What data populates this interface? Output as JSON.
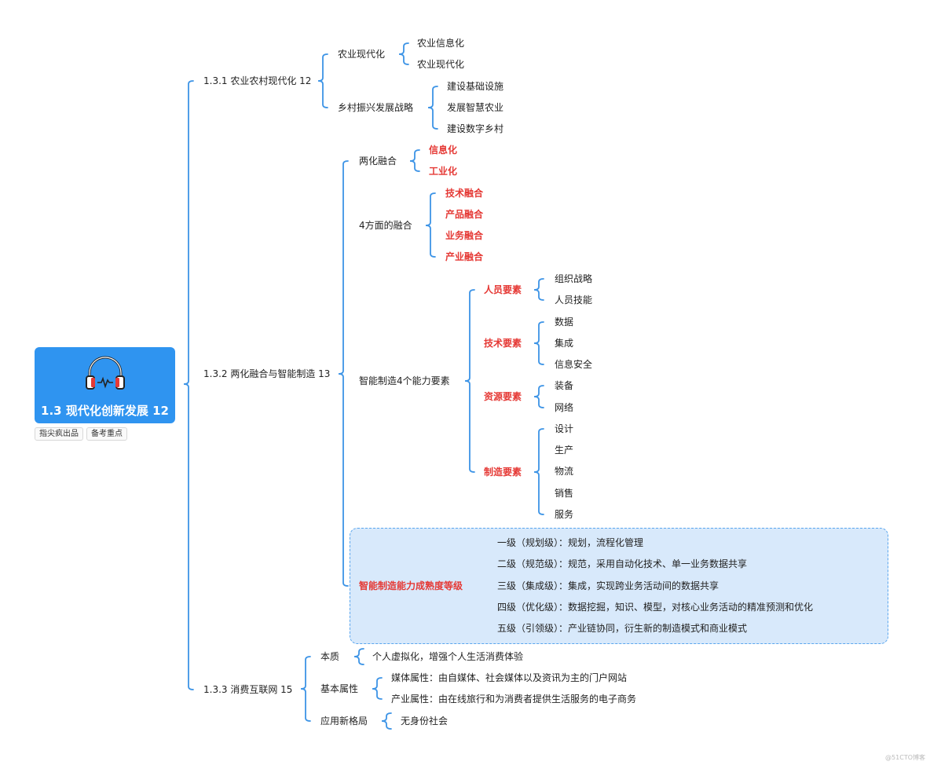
{
  "root": {
    "title": "1.3  现代化创新发展 12",
    "icon": "headphones-icon"
  },
  "tags": [
    "指尖疯出品",
    "备考重点"
  ],
  "colors": {
    "accent": "#2f94f0",
    "bracket": "#3d94e6",
    "highlight": "#e53935",
    "highlight_bg": "#d8e9fb"
  },
  "nodes": {
    "s1": "1.3.1  农业农村现代化 12",
    "s1a": "农业现代化",
    "s1a1": "农业信息化",
    "s1a2": "农业现代化",
    "s1b": "乡村振兴发展战略",
    "s1b1": "建设基础设施",
    "s1b2": "发展智慧农业",
    "s1b3": "建设数字乡村",
    "s2": "1.3.2  两化融合与智能制造 13",
    "s2a": "两化融合",
    "s2a1": "信息化",
    "s2a2": "工业化",
    "s2b": "4方面的融合",
    "s2b1": "技术融合",
    "s2b2": "产品融合",
    "s2b3": "业务融合",
    "s2b4": "产业融合",
    "s2c": "智能制造4个能力要素",
    "s2c1": "人员要素",
    "s2c11": "组织战略",
    "s2c12": "人员技能",
    "s2c2": "技术要素",
    "s2c21": "数据",
    "s2c22": "集成",
    "s2c23": "信息安全",
    "s2c3": "资源要素",
    "s2c31": "装备",
    "s2c32": "网络",
    "s2c4": "制造要素",
    "s2c41": "设计",
    "s2c42": "生产",
    "s2c43": "物流",
    "s2c44": "销售",
    "s2c45": "服务",
    "s2d": "智能制造能力成熟度等级",
    "s2d1": "一级（规划级）：规划，流程化管理",
    "s2d2": "二级（规范级）：规范，采用自动化技术、单一业务数据共享",
    "s2d3": "三级（集成级）：集成，实现跨业务活动间的数据共享",
    "s2d4": "四级（优化级）：数据挖掘，知识、模型，对核心业务活动的精准预测和优化",
    "s2d5": "五级（引领级）：产业链协同，衍生新的制造模式和商业模式",
    "s3": "1.3.3  消费互联网 15",
    "s3a": "本质",
    "s3a1": "个人虚拟化，增强个人生活消费体验",
    "s3b": "基本属性",
    "s3b1": "媒体属性：由自媒体、社会媒体以及资讯为主的门户网站",
    "s3b2": "产业属性：由在线旅行和为消费者提供生活服务的电子商务",
    "s3c": "应用新格局",
    "s3c1": "无身份社会"
  },
  "watermark": "@51CTO博客"
}
